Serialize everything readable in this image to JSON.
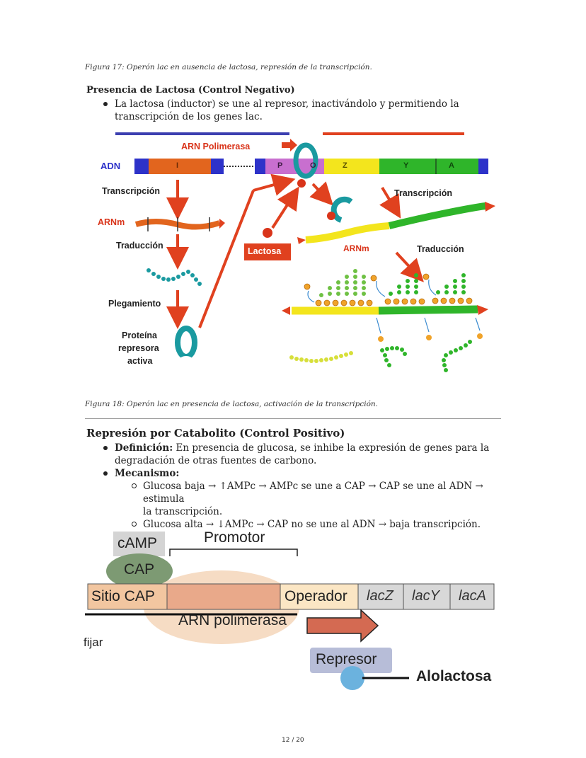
{
  "figure17_caption": "Figura 17: Operón lac en ausencia de lactosa, represión de la transcripción.",
  "section_lactose": {
    "heading": "Presencia de Lactosa (Control Negativo)",
    "bullet_line1": "La lactosa (inductor) se une al represor, inactivándolo y permitiendo la",
    "bullet_line2": "transcripción de los genes lac."
  },
  "figure18": {
    "adn": "ADN",
    "arn_polimerasa": "ARN Polimerasa",
    "gene_i": "I",
    "gene_p": "P",
    "gene_o": "O",
    "gene_z": "Z",
    "gene_y": "Y",
    "gene_a": "A",
    "transcripcion_left": "Transcripción",
    "arnm_left": "ARNm",
    "traduccion_left": "Traducción",
    "plegamiento": "Plegamiento",
    "proteina_1": "Proteína",
    "proteina_2": "represora",
    "proteina_3": "activa",
    "lactosa": "Lactosa",
    "transcripcion_right": "Transcripción",
    "arnm_right": "ARNm",
    "traduccion_right": "Traducción"
  },
  "figure18_caption": "Figura 18: Operón lac en presencia de lactosa, activación de la transcripción.",
  "section_catabolite": {
    "heading": "Represión por Catabolito (Control Positivo)",
    "def_label": "Definición:",
    "def_text_1": " En presencia de glucosa, se inhibe la expresión de genes para la",
    "def_text_2": "degradación de otras fuentes de carbono.",
    "mech_label": "Mecanismo:",
    "sub1_line1": "Glucosa baja → ↑AMPc → AMPc se une a CAP → CAP se une al ADN → estimula",
    "sub1_line2": "la transcripción.",
    "sub2_line1": "Glucosa alta → ↓AMPc → CAP no se une al ADN → baja transcripción."
  },
  "figure19": {
    "camp": "cAMP",
    "cap": "CAP",
    "promotor": "Promotor",
    "sitio_cap": "Sitio CAP",
    "operador": "Operador",
    "lacz": "lacZ",
    "lacy": "lacY",
    "laca": "lacA",
    "arn_polimerasa": "ARN polimerasa",
    "fijar": "fijar",
    "represor": "Represor",
    "alolactosa": "Alolactosa"
  },
  "page_number": "12 / 20"
}
